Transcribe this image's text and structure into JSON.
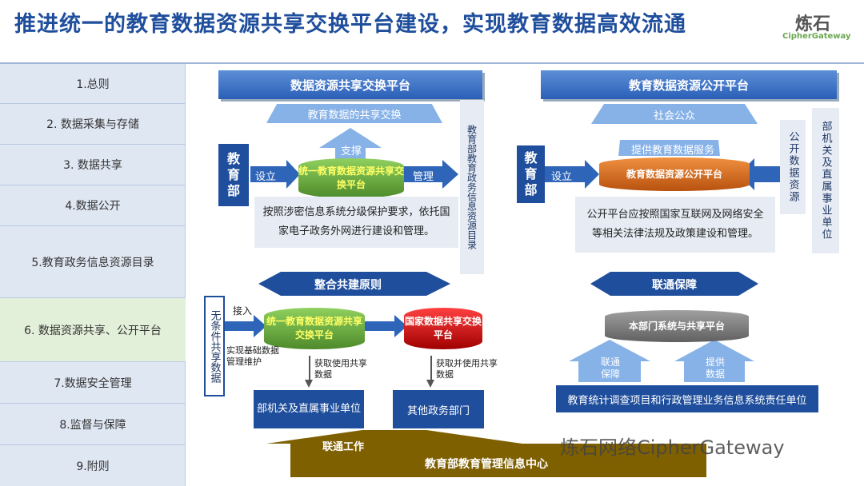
{
  "header": {
    "title": "推进统一的教育数据资源共享交换平台建设，实现教育数据高效流通",
    "logo_cn": "炼石",
    "logo_en": "CipherGateway"
  },
  "sidebar": {
    "items": [
      {
        "label": "1.总则"
      },
      {
        "label": "2. 数据采集与存储"
      },
      {
        "label": "3. 数据共享"
      },
      {
        "label": "4.数据公开"
      },
      {
        "label": "5.教育政务信息资源目录"
      },
      {
        "label": "6. 数据资源共享、公开平台"
      },
      {
        "label": "7.数据安全管理"
      },
      {
        "label": "8.监督与保障"
      },
      {
        "label": "9.附则"
      }
    ]
  },
  "share_platform": {
    "banner": "数据资源共享交换平台",
    "top_label": "教育数据的共享交换",
    "support": "支撑",
    "ministry": "教育部",
    "setup": "设立",
    "manage": "管理",
    "cylinder": "统一教育数据资源共享交换平台",
    "catalog": "教育部教育政务信息资源目录",
    "note": "按照涉密信息系统分级保护要求，依托国家电子政务外网进行建设和管理。"
  },
  "open_platform": {
    "banner": "教育数据资源公开平台",
    "top_label": "社会公众",
    "service": "提供教育数据服务",
    "ministry": "教育部",
    "setup": "设立",
    "cylinder": "教育数据资源公开平台",
    "public_data": "公开数据资源",
    "units": "部机关及直属事业单位",
    "note": "公开平台应按照国家互联网及网络安全等相关法律法规及政策建设和管理。"
  },
  "integration": {
    "banner": "整合共建原则",
    "unconditional": "无条件共享数据",
    "access": "接入",
    "maintain": "实现基础数据管理维护",
    "cylinder_green": "统一教育数据资源共享交换平台",
    "cylinder_red": "国家数据共享交换平台",
    "get_left": "获取使用共享数据",
    "get_right": "获取并使用共享数据",
    "box_left": "部机关及直属事业单位",
    "box_right": "其他政务部门"
  },
  "connectivity": {
    "banner": "联通保障",
    "cylinder": "本部门系统与共享平台",
    "arrow_left": "联通保障",
    "arrow_right": "提供数据",
    "bottom_box": "教育统计调查项目和行政管理业务信息系统责任单位"
  },
  "footer": {
    "work": "联通工作",
    "center": "教育部教育管理信息中心",
    "watermark": "炼石网络CipherGateway"
  },
  "colors": {
    "title_blue": "#1f4e9c",
    "green_cylinder": "#6aa84f",
    "orange_cylinder": "#c55a11",
    "red_cylinder": "#c00000",
    "grey_cylinder": "#7f7f7f",
    "gold_bar": "#7f6000"
  }
}
